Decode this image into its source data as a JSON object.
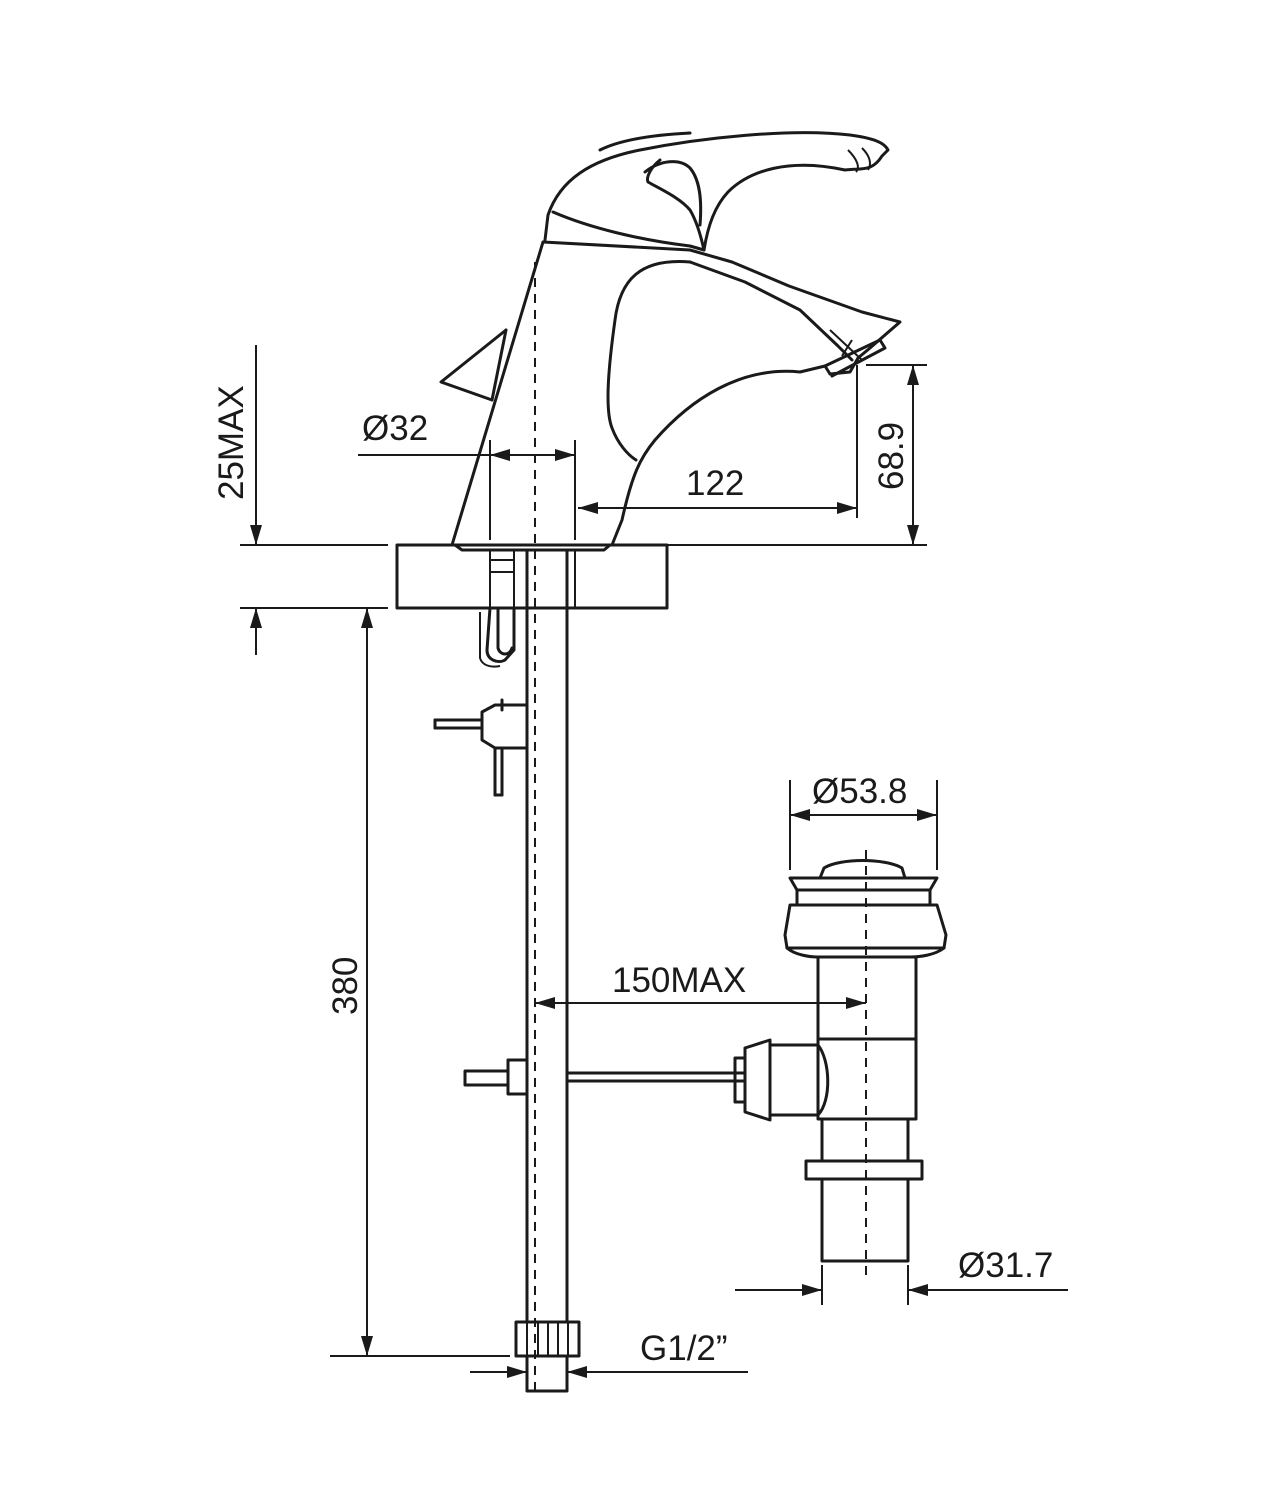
{
  "dimensions": {
    "deck_thickness": "25MAX",
    "body_diameter": "Ø32",
    "spout_reach": "122",
    "spout_height": "68.9",
    "hose_length": "380",
    "waste_distance": "150MAX",
    "waste_head_diameter": "Ø53.8",
    "waste_tail_diameter": "Ø31.7",
    "inlet_thread": "G1/2”"
  }
}
